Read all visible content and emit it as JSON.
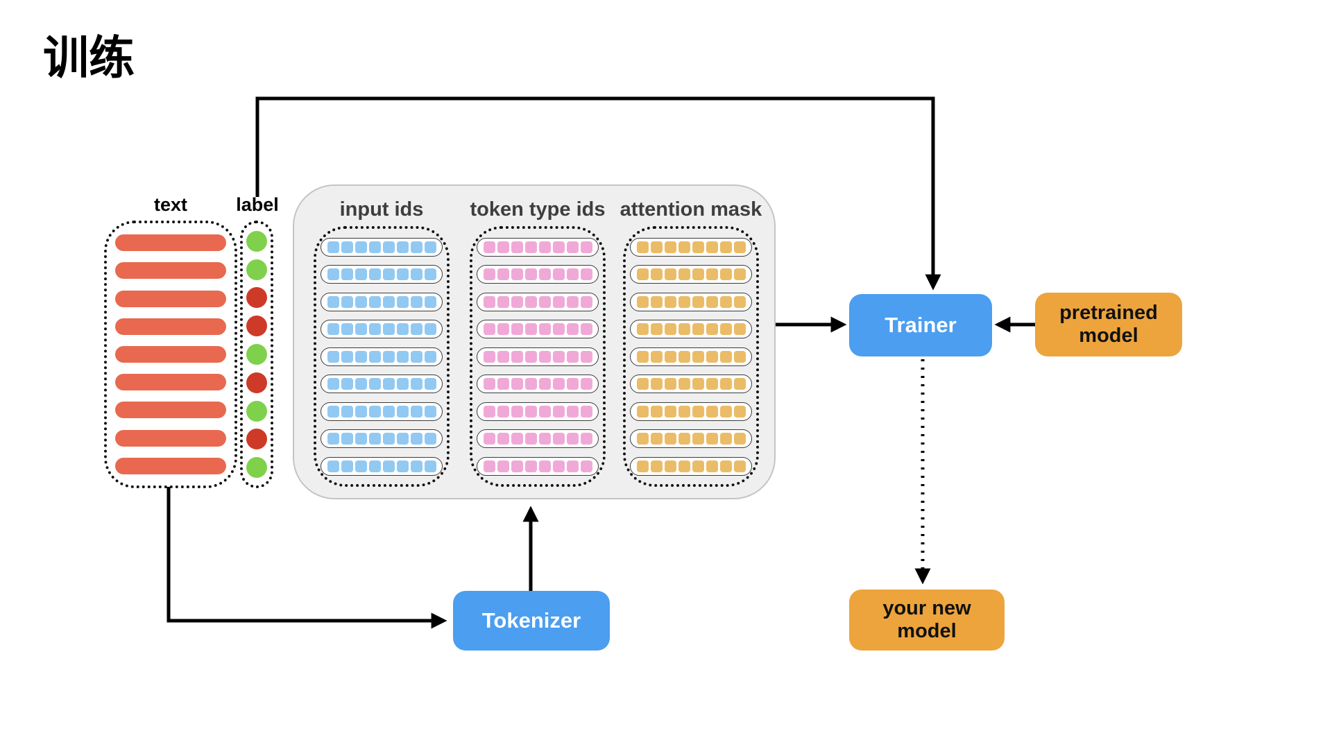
{
  "title": "训练",
  "colors": {
    "bar_red": "#E8694F",
    "dot_green": "#7FD14B",
    "dot_red": "#CE3A28",
    "square_blue": "#92C9F2",
    "square_pink": "#F0A9D7",
    "square_orange": "#EBBC67",
    "node_blue": "#4B9EF0",
    "node_orange": "#EDA43C",
    "container_bg": "#EFEFEF",
    "connector": "#000000"
  },
  "text_column": {
    "header": "text",
    "rows": 9
  },
  "label_column": {
    "header": "label",
    "values": [
      "green",
      "green",
      "red",
      "red",
      "green",
      "red",
      "green",
      "red",
      "green"
    ]
  },
  "batch": {
    "rows": 9,
    "squares_per_row": 8,
    "columns": [
      {
        "id": "input-ids",
        "header": "input ids",
        "color": "square_blue"
      },
      {
        "id": "token-type-ids",
        "header": "token type ids",
        "color": "square_pink"
      },
      {
        "id": "attention-mask",
        "header": "attention mask",
        "color": "square_orange"
      }
    ]
  },
  "nodes": {
    "tokenizer": {
      "label": "Tokenizer"
    },
    "trainer": {
      "label": "Trainer"
    },
    "pretrained": {
      "label": "pretrained\nmodel"
    },
    "new_model": {
      "label": "your new\nmodel"
    }
  }
}
